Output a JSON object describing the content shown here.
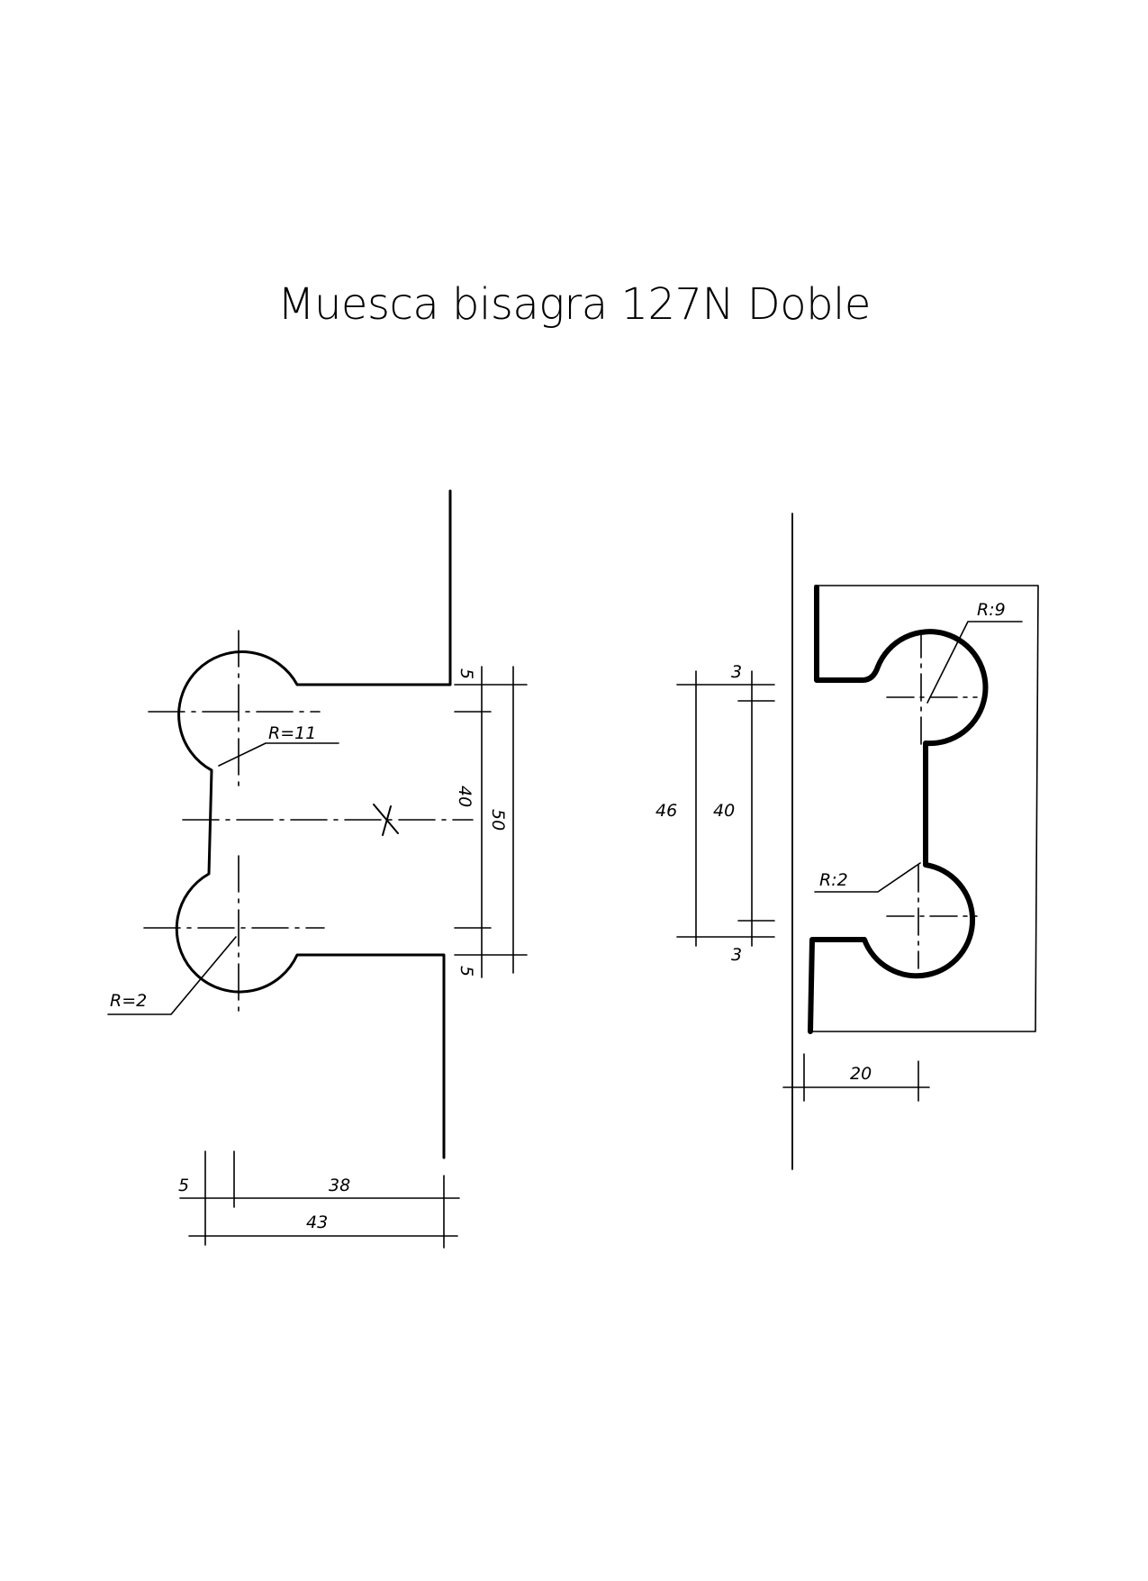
{
  "title": "Muesca bisagra 127N Doble",
  "left_view": {
    "radius_large": "R=11",
    "radius_small": "R=2",
    "dim_top_offset": "5",
    "dim_bottom_offset": "5",
    "dim_inner": "40",
    "dim_outer": "50",
    "dim_left_offset": "5",
    "dim_width_inner": "38",
    "dim_width_outer": "43"
  },
  "right_view": {
    "radius_large": "R:9",
    "radius_small": "R:2",
    "dim_top": "3",
    "dim_bottom": "3",
    "dim_inner": "40",
    "dim_outer": "46",
    "dim_depth": "20"
  },
  "colors": {
    "ink": "#000000",
    "paper": "#ffffff"
  }
}
